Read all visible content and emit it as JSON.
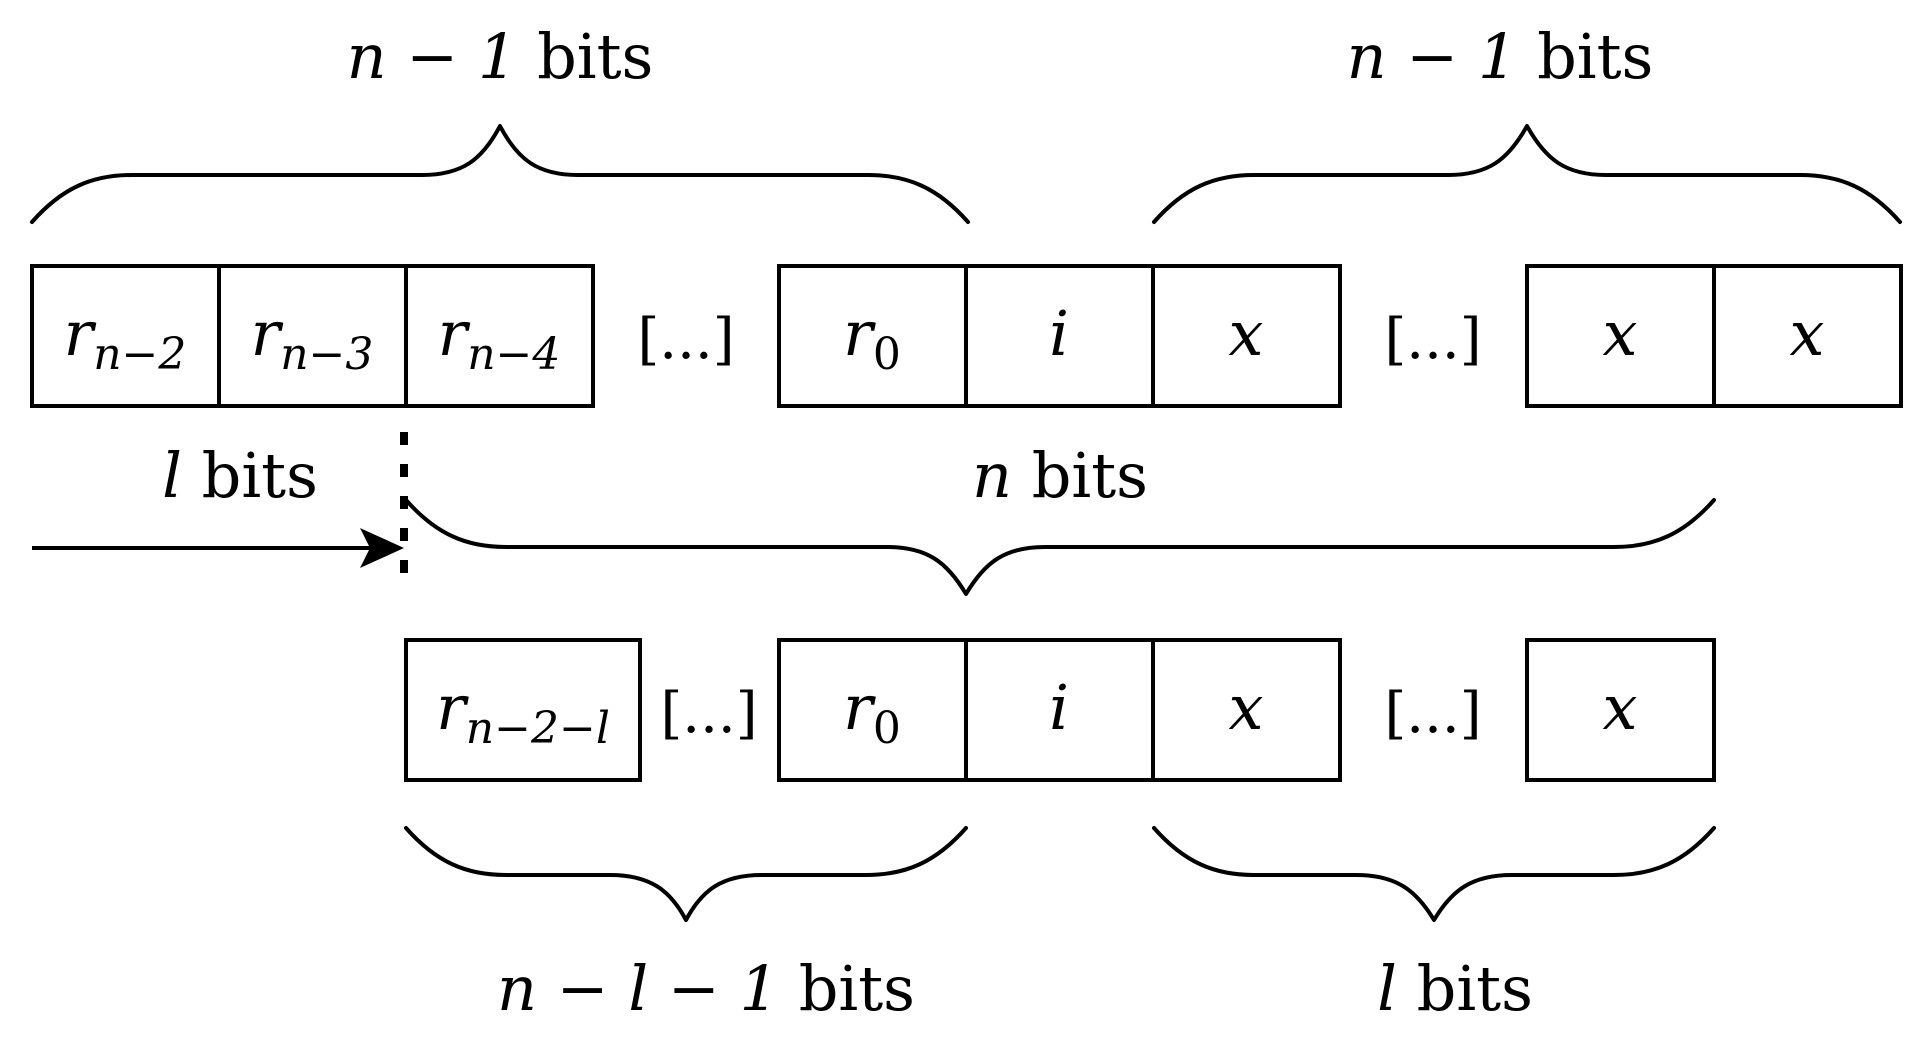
{
  "diagram": {
    "top_row": {
      "cells": [
        {
          "base": "r",
          "sub": "n−2"
        },
        {
          "base": "r",
          "sub": "n−3"
        },
        {
          "base": "r",
          "sub": "n−4"
        },
        {
          "base": "r",
          "sub": "0"
        },
        {
          "base": "i",
          "sub": ""
        },
        {
          "base": "x",
          "sub": ""
        },
        {
          "base": "x",
          "sub": ""
        },
        {
          "base": "x",
          "sub": ""
        }
      ],
      "ellipses": [
        "[...]",
        "[...]"
      ]
    },
    "bottom_row": {
      "cells": [
        {
          "base": "r",
          "sub": "n−2−l"
        },
        {
          "base": "r",
          "sub": "0"
        },
        {
          "base": "i",
          "sub": ""
        },
        {
          "base": "x",
          "sub": ""
        },
        {
          "base": "x",
          "sub": ""
        }
      ],
      "ellipses": [
        "[...]",
        "[...]"
      ]
    },
    "labels": {
      "top_left": {
        "var": "n − 1",
        "unit": "bits"
      },
      "top_right": {
        "var": "n − 1",
        "unit": "bits"
      },
      "shift": {
        "var": "l",
        "unit": "bits"
      },
      "middle": {
        "var": "n",
        "unit": "bits"
      },
      "bottom_left": {
        "var": "n − l − 1",
        "unit": "bits"
      },
      "bottom_right": {
        "var": "l",
        "unit": "bits"
      }
    }
  }
}
